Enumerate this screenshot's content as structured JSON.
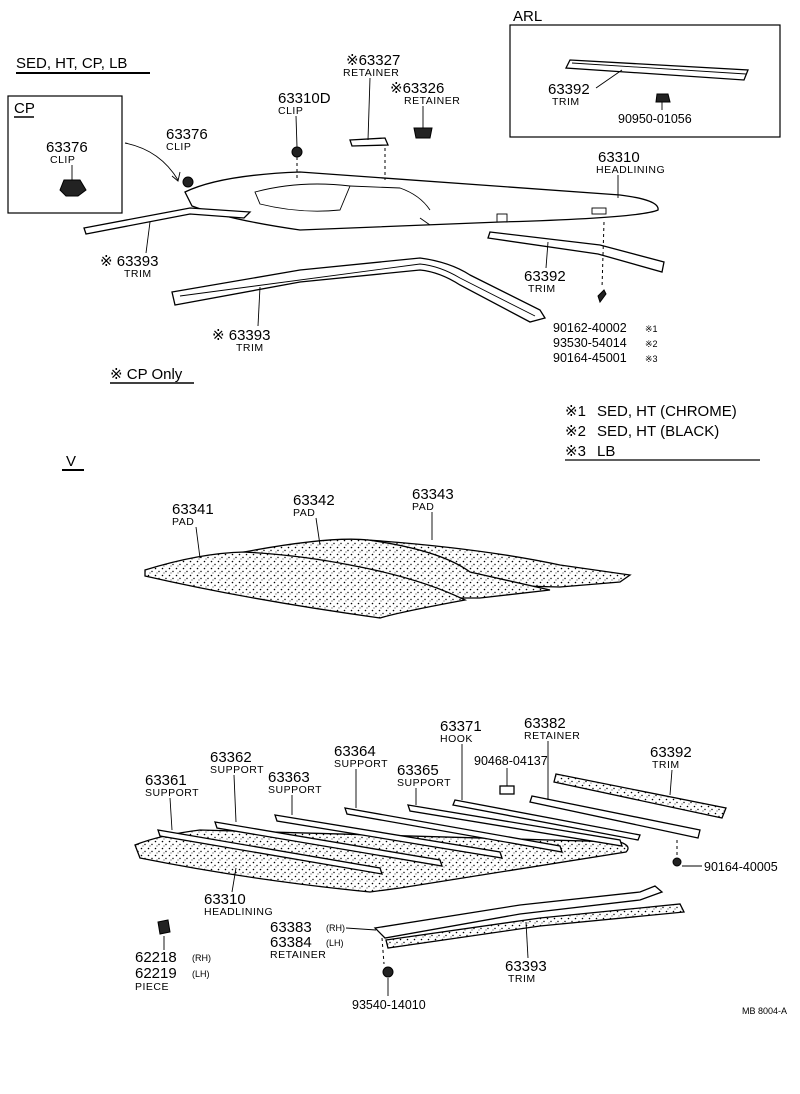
{
  "section_top": {
    "model_header": "SED, HT, CP, LB",
    "cp_box": {
      "title": "CP",
      "part": "63376",
      "desc": "CLIP"
    },
    "arl_box": {
      "title": "ARL",
      "trim": {
        "part": "63392",
        "desc": "TRIM"
      },
      "nut": {
        "part": "90950-01056"
      }
    },
    "labels": {
      "p63327": {
        "part": "※63327",
        "desc": "RETAINER"
      },
      "p63326": {
        "part": "※63326",
        "desc": "RETAINER"
      },
      "p63310D": {
        "part": "63310D",
        "desc": "CLIP"
      },
      "p63376": {
        "part": "63376",
        "desc": "CLIP"
      },
      "p63310": {
        "part": "63310",
        "desc": "HEADLINING"
      },
      "p63393a": {
        "part": "※ 63393",
        "desc": "TRIM"
      },
      "p63392": {
        "part": "63392",
        "desc": "TRIM"
      },
      "p63393b": {
        "part": "※ 63393",
        "desc": "TRIM"
      }
    },
    "screws": [
      {
        "part": "90162-40002",
        "note": "※1"
      },
      {
        "part": "93530-54014",
        "note": "※2"
      },
      {
        "part": "90164-45001",
        "note": "※3"
      }
    ],
    "cp_only": "※ CP Only",
    "legend": [
      {
        "mark": "※1",
        "text": "SED, HT (CHROME)"
      },
      {
        "mark": "※2",
        "text": "SED, HT (BLACK)"
      },
      {
        "mark": "※3",
        "text": "LB"
      }
    ]
  },
  "section_v": {
    "header": "V",
    "pads": [
      {
        "part": "63341",
        "desc": "PAD"
      },
      {
        "part": "63342",
        "desc": "PAD"
      },
      {
        "part": "63343",
        "desc": "PAD"
      }
    ]
  },
  "section_bottom": {
    "labels": {
      "p63361": {
        "part": "63361",
        "desc": "SUPPORT"
      },
      "p63362": {
        "part": "63362",
        "desc": "SUPPORT"
      },
      "p63363": {
        "part": "63363",
        "desc": "SUPPORT"
      },
      "p63364": {
        "part": "63364",
        "desc": "SUPPORT"
      },
      "p63365": {
        "part": "63365",
        "desc": "SUPPORT"
      },
      "p63371": {
        "part": "63371",
        "desc": "HOOK"
      },
      "p90468": {
        "part": "90468-04137"
      },
      "p63382": {
        "part": "63382",
        "desc": "RETAINER"
      },
      "p63392": {
        "part": "63392",
        "desc": "TRIM"
      },
      "p90164": {
        "part": "90164-40005"
      },
      "p63310": {
        "part": "63310",
        "desc": "HEADLINING"
      },
      "p63383": {
        "part": "63383",
        "side": "(RH)"
      },
      "p63384": {
        "part": "63384",
        "side": "(LH)",
        "desc": "RETAINER"
      },
      "p63393": {
        "part": "63393",
        "desc": "TRIM"
      },
      "p62218": {
        "part": "62218",
        "side": "(RH)"
      },
      "p62219": {
        "part": "62219",
        "side": "(LH)",
        "desc": "PIECE"
      },
      "p93540": {
        "part": "93540-14010"
      }
    },
    "drawing_code": "MB 8004-A"
  }
}
